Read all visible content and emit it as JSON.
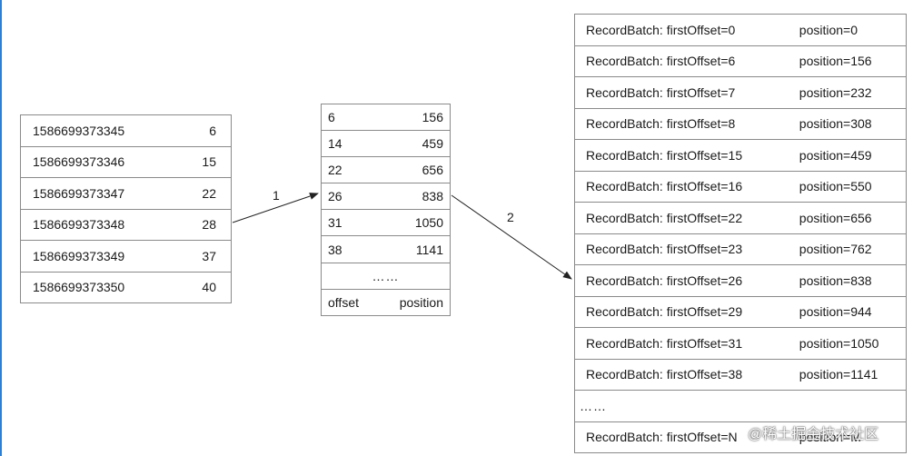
{
  "time_index": {
    "rows": [
      {
        "timestamp": "1586699373345",
        "offset": "6"
      },
      {
        "timestamp": "1586699373346",
        "offset": "15"
      },
      {
        "timestamp": "1586699373347",
        "offset": "22"
      },
      {
        "timestamp": "1586699373348",
        "offset": "28"
      },
      {
        "timestamp": "1586699373349",
        "offset": "37"
      },
      {
        "timestamp": "1586699373350",
        "offset": "40"
      }
    ]
  },
  "offset_index": {
    "rows": [
      {
        "offset": "6",
        "position": "156"
      },
      {
        "offset": "14",
        "position": "459"
      },
      {
        "offset": "22",
        "position": "656"
      },
      {
        "offset": "26",
        "position": "838"
      },
      {
        "offset": "31",
        "position": "1050"
      },
      {
        "offset": "38",
        "position": "1141"
      }
    ],
    "ellipsis": "……",
    "header_offset": "offset",
    "header_position": "position"
  },
  "log_segment": {
    "rows": [
      {
        "batch": "RecordBatch: firstOffset=0",
        "position": "position=0"
      },
      {
        "batch": "RecordBatch: firstOffset=6",
        "position": "position=156"
      },
      {
        "batch": "RecordBatch: firstOffset=7",
        "position": "position=232"
      },
      {
        "batch": "RecordBatch: firstOffset=8",
        "position": "position=308"
      },
      {
        "batch": "RecordBatch: firstOffset=15",
        "position": "position=459"
      },
      {
        "batch": "RecordBatch: firstOffset=16",
        "position": "position=550"
      },
      {
        "batch": "RecordBatch: firstOffset=22",
        "position": "position=656"
      },
      {
        "batch": "RecordBatch: firstOffset=23",
        "position": "position=762"
      },
      {
        "batch": "RecordBatch: firstOffset=26",
        "position": "position=838"
      },
      {
        "batch": "RecordBatch: firstOffset=29",
        "position": "position=944"
      },
      {
        "batch": "RecordBatch: firstOffset=31",
        "position": "position=1050"
      },
      {
        "batch": "RecordBatch: firstOffset=38",
        "position": "position=1141"
      }
    ],
    "ellipsis": "……",
    "last_row": {
      "batch": "RecordBatch: firstOffset=N",
      "position": "position=M"
    }
  },
  "arrows": {
    "first_label": "1",
    "second_label": "2"
  },
  "watermark": "@稀土掘金技术社区",
  "colors": {
    "border": "#8a8a8a",
    "arrow": "#222222",
    "left_bar": "#2d7fd3"
  }
}
